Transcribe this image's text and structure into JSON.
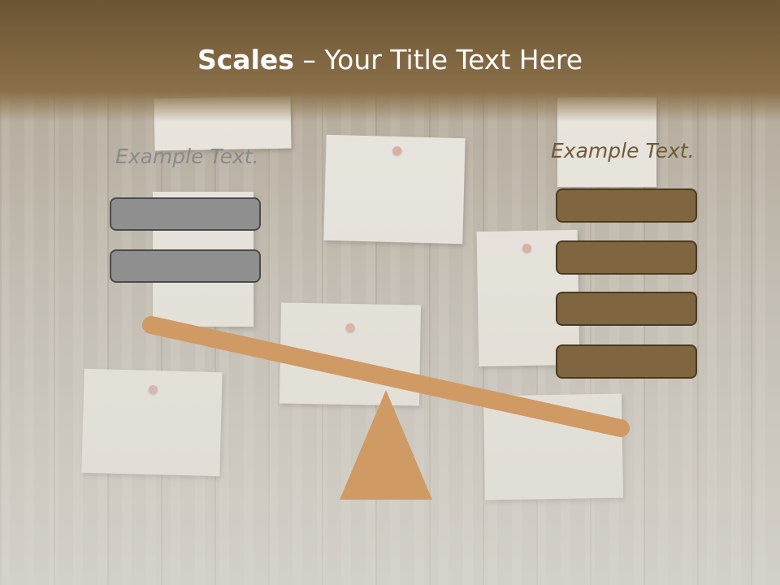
{
  "title": {
    "bold": "Scales",
    "rest": " – Your Title Text Here"
  },
  "left_panel": {
    "label": "Example Text.",
    "boxes": [
      "",
      ""
    ]
  },
  "right_panel": {
    "label": "Example Text.",
    "boxes": [
      "",
      "",
      "",
      ""
    ]
  },
  "colors": {
    "title_bar": "#7e6540",
    "left_label": "#8a8a8a",
    "right_label": "#6f5a36",
    "grey_box": "#8f8f8f",
    "brown_box": "#7f6640",
    "scale": "#d09a64"
  }
}
